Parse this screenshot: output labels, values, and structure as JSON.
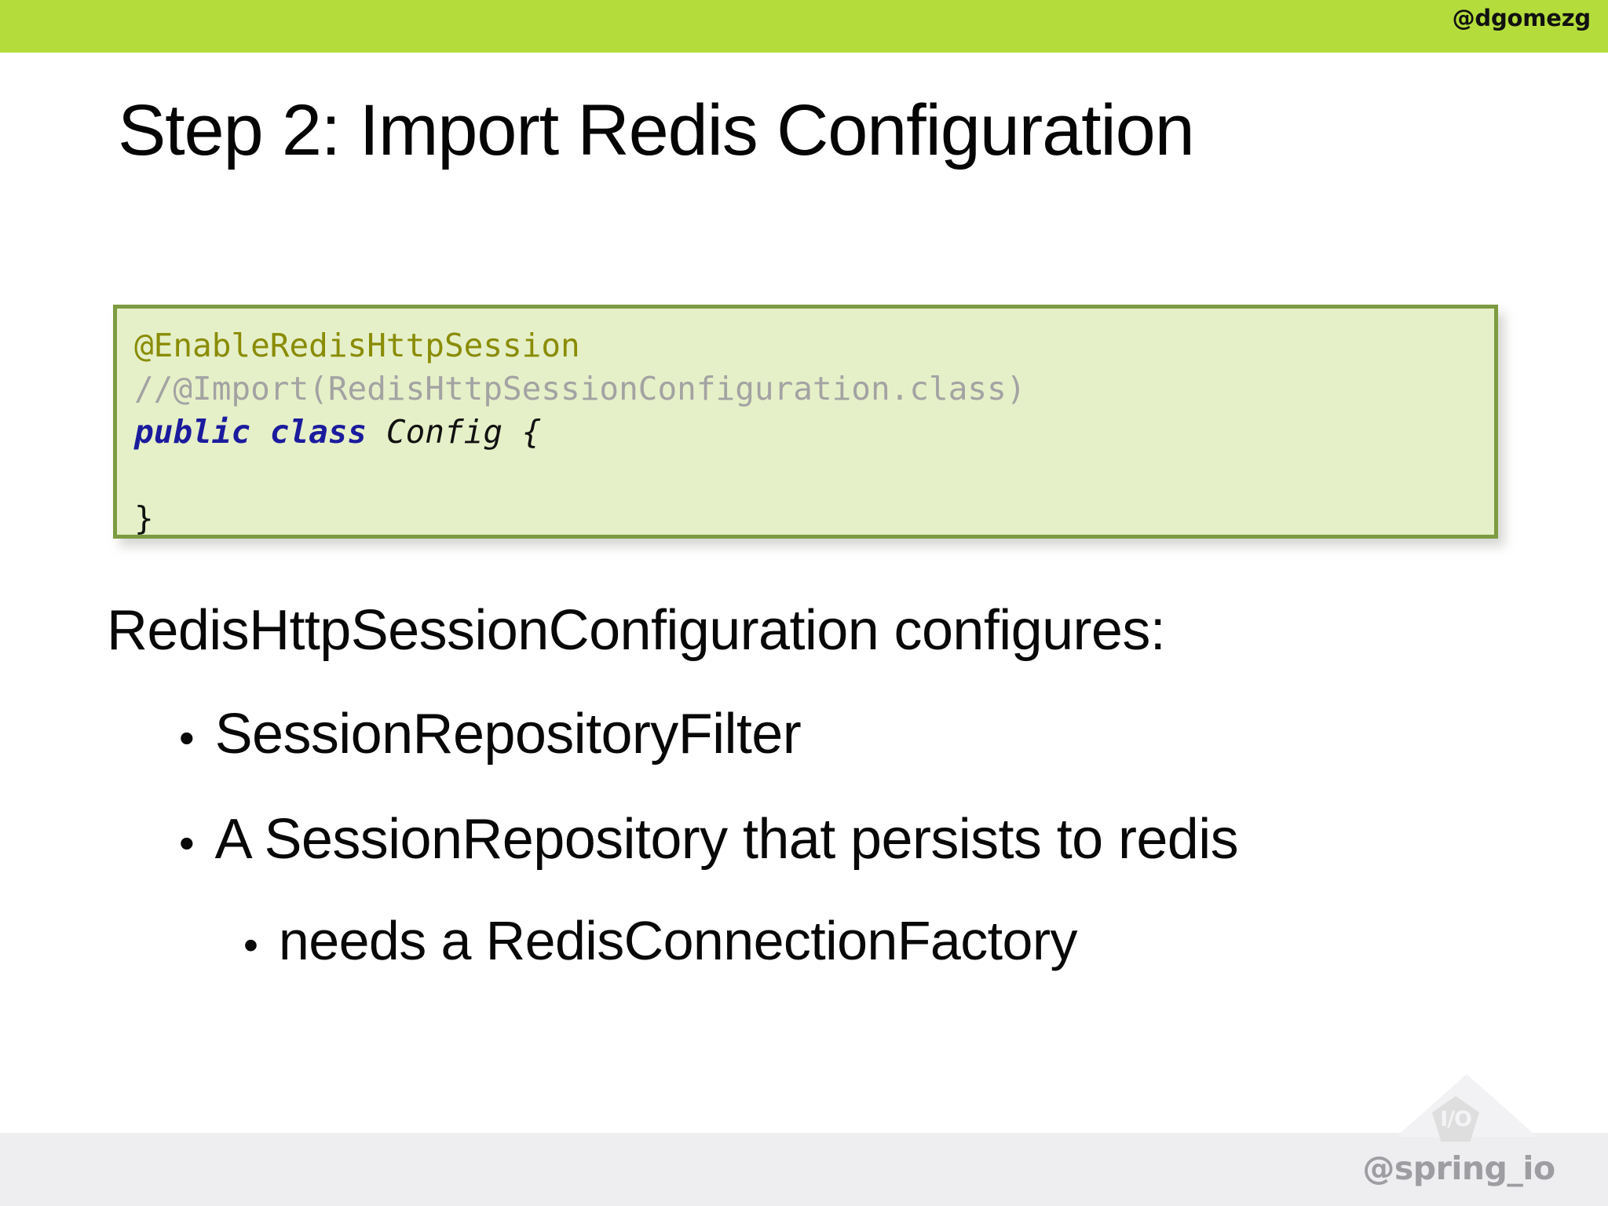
{
  "theme": {
    "banner_color": "#b4dd3c",
    "code_bg": "#e6f0c8",
    "code_border": "#7d9b41",
    "annotation_color": "#8a8c06",
    "comment_color": "#a3a3a3",
    "keyword_color": "#1b1b9e",
    "text_color": "#080808",
    "footer_bg": "#eeedef",
    "footer_text_color": "#9d9da2"
  },
  "header": {
    "handle": "@dgomezg"
  },
  "slide": {
    "title": "Step 2: Import Redis Configuration",
    "code": {
      "lines": [
        {
          "tokens": [
            {
              "text": "@EnableRedisHttpSession",
              "style": "annotation"
            }
          ]
        },
        {
          "tokens": [
            {
              "text": "//@Import(RedisHttpSessionConfiguration.class)",
              "style": "comment"
            }
          ]
        },
        {
          "tokens": [
            {
              "text": "public class ",
              "style": "keyword"
            },
            {
              "text": "Config {",
              "style": "ident"
            }
          ]
        },
        {
          "tokens": []
        },
        {
          "tokens": [
            {
              "text": "}",
              "style": "plain"
            }
          ]
        }
      ]
    },
    "lead": "RedisHttpSessionConfiguration configures:",
    "bullets": [
      {
        "level": 1,
        "marker": "•",
        "text": "SessionRepositoryFilter"
      },
      {
        "level": 1,
        "marker": "•",
        "text": "A SessionRepository that persists to redis"
      },
      {
        "level": 2,
        "marker": "•",
        "text": "needs a RedisConnectionFactory"
      }
    ]
  },
  "footer": {
    "logo_badge": "I/O",
    "handle": "@spring_io"
  }
}
